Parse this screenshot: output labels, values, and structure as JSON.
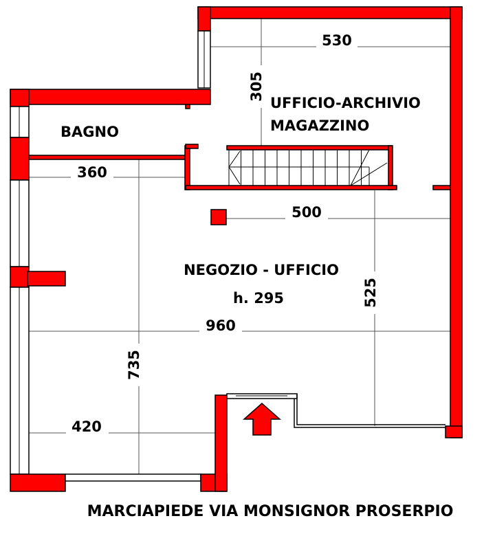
{
  "rooms": {
    "bagno": "BAGNO",
    "ufficio_archivio_1": "UFFICIO-ARCHIVIO",
    "ufficio_archivio_2": "MAGAZZINO",
    "negozio": "NEGOZIO - UFFICIO",
    "height": "h. 295"
  },
  "dimensions": {
    "d530": "530",
    "d305": "305",
    "d360": "360",
    "d500": "500",
    "d525": "525",
    "d960": "960",
    "d735": "735",
    "d420": "420"
  },
  "street": "MARCIAPIEDE VIA MONSIGNOR PROSERPIO",
  "colors": {
    "wall": "#ff0000",
    "line": "#000000"
  }
}
